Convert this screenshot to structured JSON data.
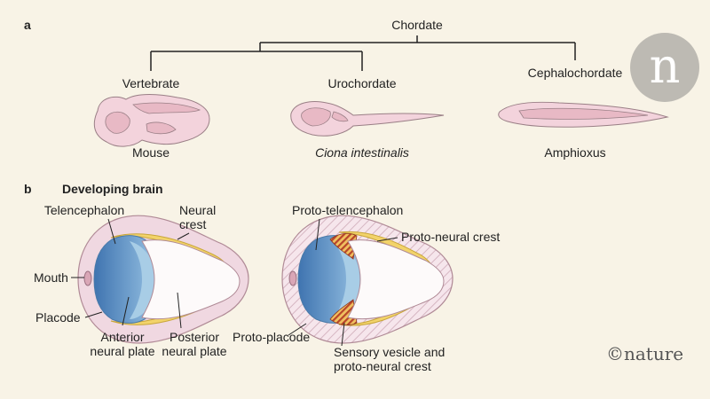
{
  "panel_a": {
    "label": "a",
    "root": "Chordate",
    "groups": [
      {
        "name": "Vertebrate",
        "example": "Mouse"
      },
      {
        "name": "Urochordate",
        "example": "Ciona intestinalis"
      },
      {
        "name": "Cephalochordate",
        "example": "Amphioxus"
      }
    ]
  },
  "panel_b": {
    "label": "b",
    "title": "Developing brain",
    "left": {
      "telencephalon": "Telencephalon",
      "neural_crest_1": "Neural",
      "neural_crest_2": "crest",
      "mouth": "Mouth",
      "placode": "Placode",
      "anterior_1": "Anterior",
      "anterior_2": "neural plate",
      "posterior_1": "Posterior",
      "posterior_2": "neural plate"
    },
    "right": {
      "proto_telencephalon": "Proto-telencephalon",
      "proto_neural_crest": "Proto-neural crest",
      "proto_placode": "Proto-placode",
      "sensory_1": "Sensory vesicle and",
      "sensory_2": "proto-neural crest"
    }
  },
  "branding": {
    "logo_letter": "n",
    "credit": "©nature"
  }
}
